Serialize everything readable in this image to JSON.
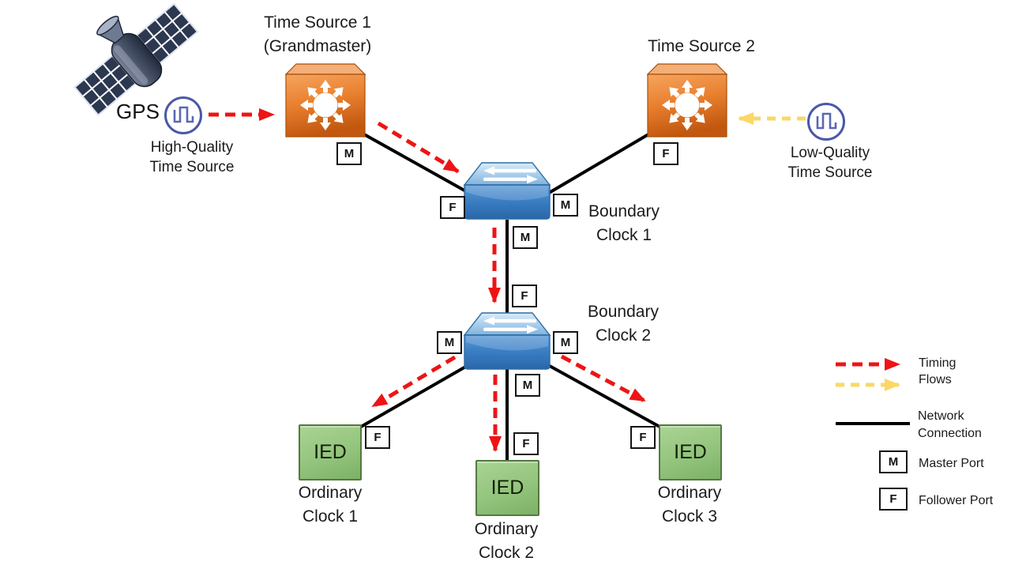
{
  "diagram": {
    "gps_label": "GPS",
    "sources": {
      "ts1": {
        "title_line1": "Time Source 1",
        "title_line2": "(Grandmaster)"
      },
      "ts2": {
        "title": "Time Source 2"
      },
      "high_quality": {
        "line1": "High-Quality",
        "line2": "Time Source"
      },
      "low_quality": {
        "line1": "Low-Quality",
        "line2": "Time Source"
      }
    },
    "clocks": {
      "bc1": {
        "line1": "Boundary",
        "line2": "Clock 1"
      },
      "bc2": {
        "line1": "Boundary",
        "line2": "Clock 2"
      },
      "oc1": {
        "device": "IED",
        "line1": "Ordinary",
        "line2": "Clock 1"
      },
      "oc2": {
        "device": "IED",
        "line1": "Ordinary",
        "line2": "Clock 2"
      },
      "oc3": {
        "device": "IED",
        "line1": "Ordinary",
        "line2": "Clock 3"
      }
    },
    "port_labels": {
      "master": "M",
      "follower": "F"
    }
  },
  "legend": {
    "timing": {
      "line1": "Timing",
      "line2": "Flows"
    },
    "network": {
      "line1": "Network",
      "line2": "Connection"
    },
    "master_port": "Master Port",
    "follower_port": "Follower Port"
  },
  "colors": {
    "timing_flow_primary": "#EE1414",
    "timing_flow_secondary": "#FBD767",
    "network_connection": "#000000",
    "time_source_node": "#E8802F",
    "boundary_clock_node": "#3B7FC4",
    "ordinary_clock_node": "#93C47D",
    "pulse_icon_ring": "#4A58A7"
  }
}
